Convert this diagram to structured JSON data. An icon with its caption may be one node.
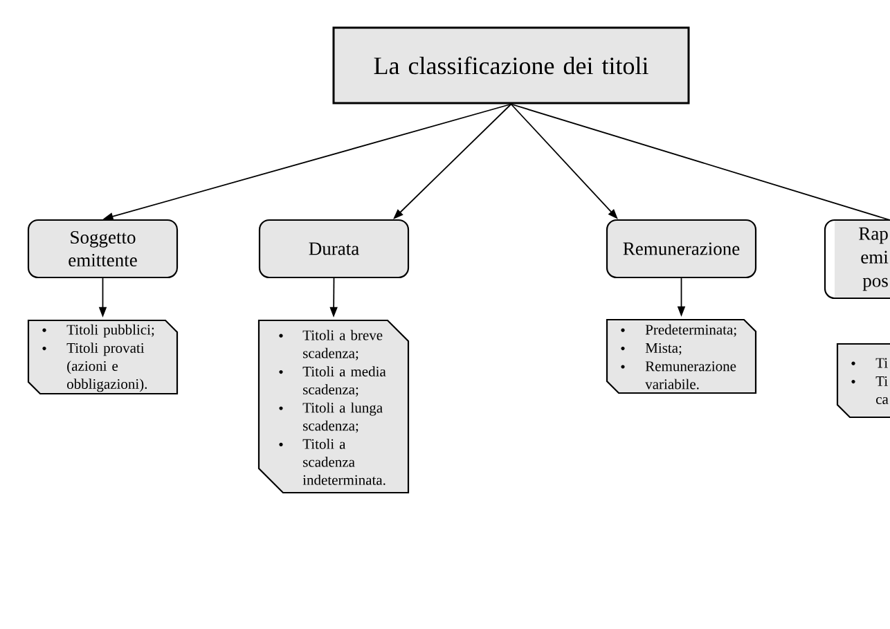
{
  "diagram": {
    "nodes": [
      {
        "text": [
          "La classificazione dei titoli"
        ]
      },
      {
        "text": [
          "Soggetto emittente"
        ]
      },
      {
        "text": [
          "Durata"
        ]
      },
      {
        "text": [
          "Remunerazione"
        ]
      },
      {
        "text": [
          "Rap emi pos"
        ]
      },
      {
        "text": [
          "Titoli pubblici;",
          "Titoli provati (azioni e obbligazioni)."
        ]
      },
      {
        "text": [
          "Titoli a breve scadenza;",
          "Titoli a media scadenza;",
          "Titoli a lunga scadenza;",
          "Titoli a scadenza indeterminata."
        ]
      },
      {
        "text": [
          "Predeterminata;",
          "Mista;",
          "Remunerazione variabile."
        ]
      },
      {
        "text": [
          "Ti",
          "Ti ca"
        ]
      }
    ],
    "edges": [
      {
        "from": 0,
        "to": 1,
        "arrow": "to"
      },
      {
        "from": 0,
        "to": 2,
        "arrow": "to"
      },
      {
        "from": 0,
        "to": 3,
        "arrow": "to"
      },
      {
        "from": 0,
        "to": 4,
        "arrow": "none"
      },
      {
        "from": 1,
        "to": 5,
        "arrow": "to"
      },
      {
        "from": 2,
        "to": 6,
        "arrow": "to"
      },
      {
        "from": 3,
        "to": 7,
        "arrow": "to"
      }
    ]
  }
}
